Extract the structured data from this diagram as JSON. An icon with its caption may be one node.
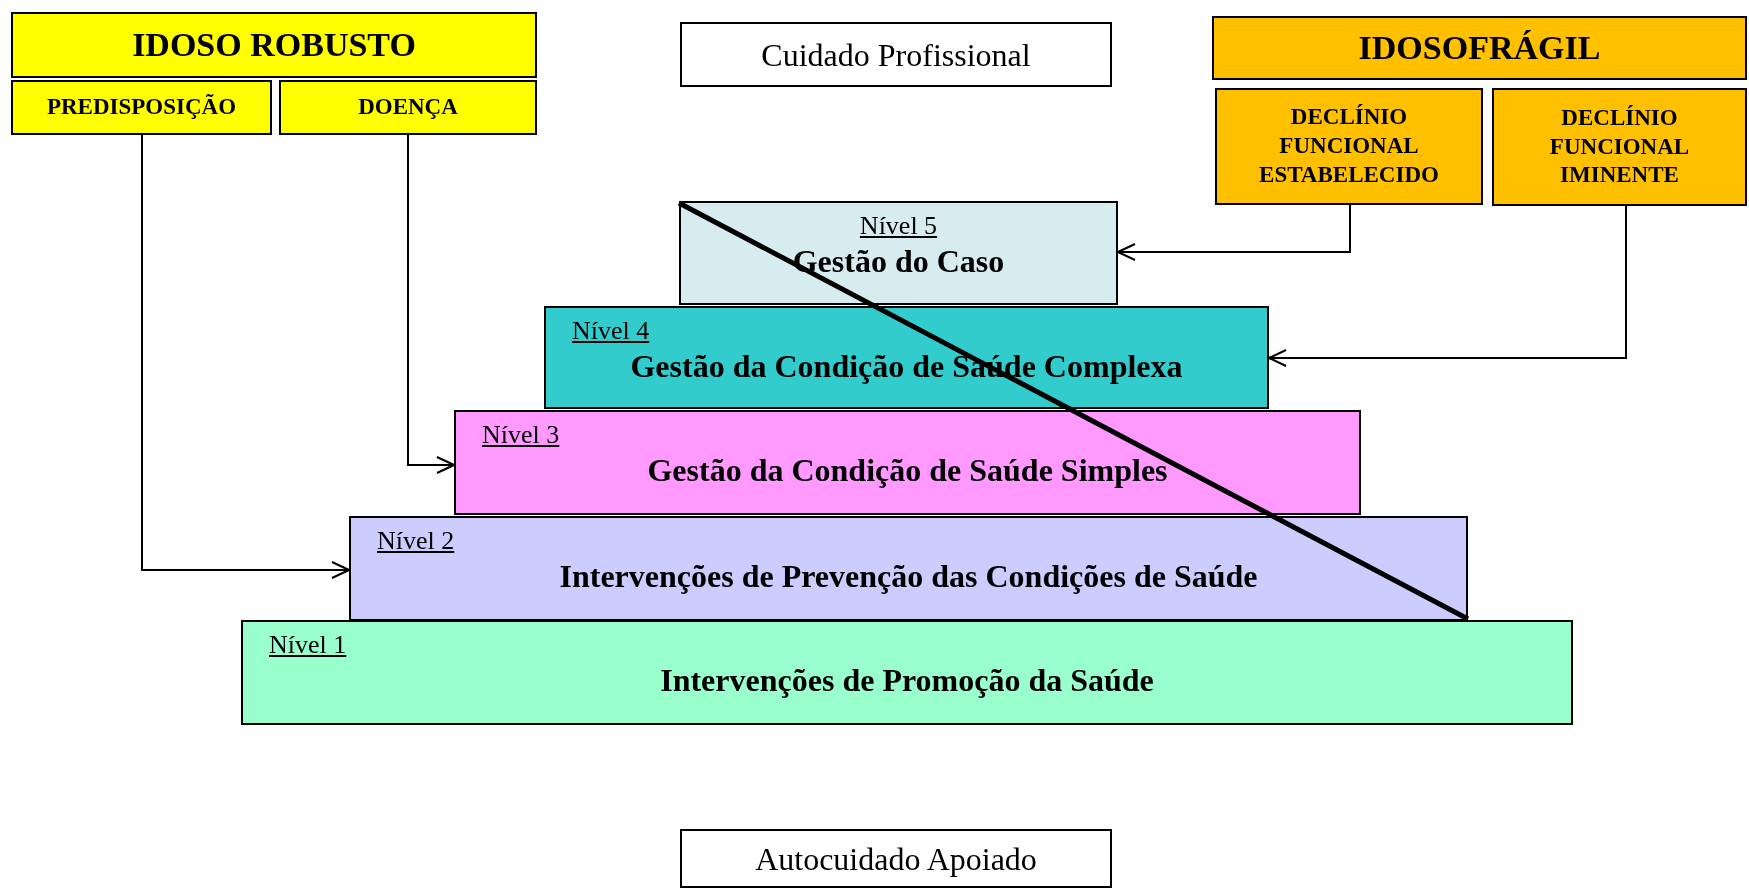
{
  "diagram": {
    "nodes": [
      {
        "text": [
          "IDOSO ROBUSTO"
        ]
      },
      {
        "text": [
          "PREDISPOSIÇÃO"
        ]
      },
      {
        "text": [
          "DOENÇA"
        ]
      },
      {
        "text": [
          "Cuidado Profissional"
        ]
      },
      {
        "text": [
          "IDOSOFRÁGIL"
        ]
      },
      {
        "text": [
          "DECLÍNIO FUNCIONAL ESTABELECIDO"
        ]
      },
      {
        "text": [
          "DECLÍNIO FUNCIONAL IMINENTE"
        ]
      },
      {
        "text": [
          "Nível 5",
          "Gestão do Caso"
        ]
      },
      {
        "text": [
          "Nível 4",
          "Gestão da Condição de Saúde Complexa"
        ]
      },
      {
        "text": [
          "Nível 3",
          "Gestão da Condição de Saúde Simples"
        ]
      },
      {
        "text": [
          "Nível 2",
          "Intervenções de Prevenção das Condições de Saúde"
        ]
      },
      {
        "text": [
          "Nível 1",
          "Intervenções de Promoção da Saúde"
        ]
      },
      {
        "text": [
          "Autocuidado Apoiado"
        ]
      }
    ],
    "edges": [
      {
        "from": 1,
        "to": 10,
        "arrow": "to"
      },
      {
        "from": 2,
        "to": 9,
        "arrow": "to"
      },
      {
        "from": 5,
        "to": 7,
        "arrow": "to"
      },
      {
        "from": 6,
        "to": 8,
        "arrow": "to"
      }
    ]
  }
}
